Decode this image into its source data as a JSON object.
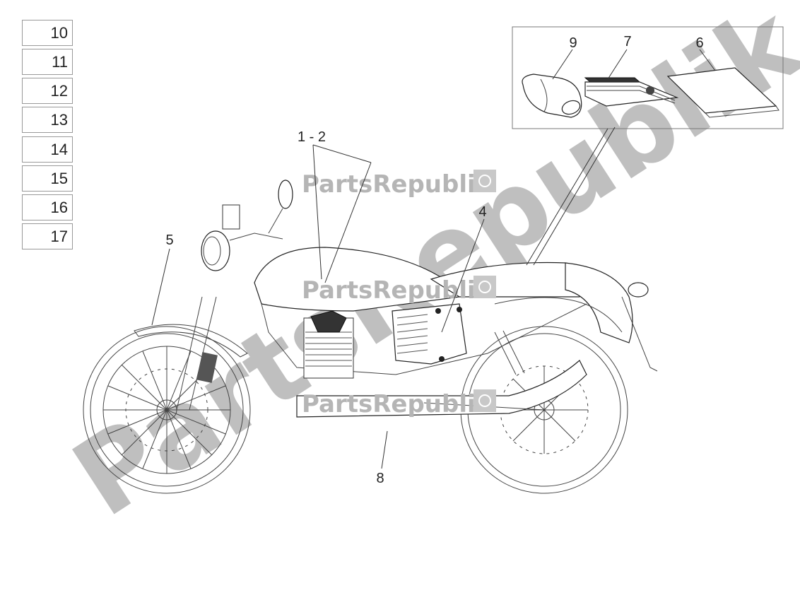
{
  "ref_boxes": [
    "10",
    "11",
    "12",
    "13",
    "14",
    "15",
    "16",
    "17"
  ],
  "callouts": {
    "c9": "9",
    "c7": "7",
    "c6": "6",
    "c12": "1 - 2",
    "c4": "4",
    "c5": "5",
    "c8": "8"
  },
  "watermarks": {
    "w1": "PartsRepublik",
    "w2": "PartsRepublik",
    "w3": "PartsRepublik",
    "big": "PartsRepublik"
  },
  "colors": {
    "watermark": "#b5b5b5",
    "lines": "#333333"
  }
}
